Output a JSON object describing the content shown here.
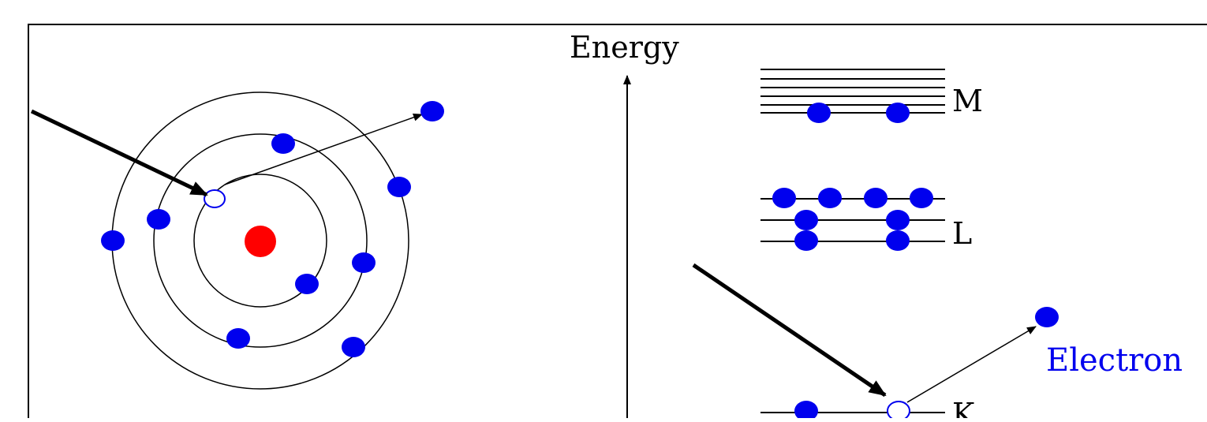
{
  "labels": {
    "energy_axis": "Energy",
    "level_m": "M",
    "level_l": "L",
    "level_k": "K",
    "electron": "Electron"
  },
  "colors": {
    "electron": "#0000ee",
    "nucleus": "#ff0000",
    "line": "#000000",
    "electron_label": "#0000ee",
    "frame": "#000000"
  }
}
